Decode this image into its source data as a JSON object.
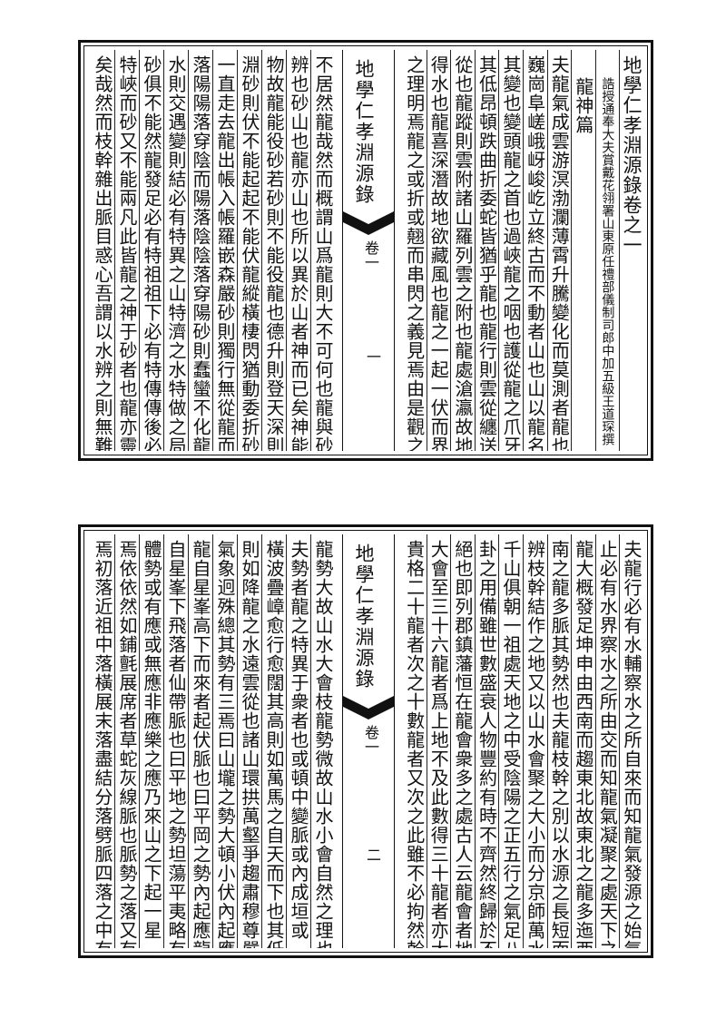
{
  "pages": [
    {
      "center": {
        "title": "地學仁孝淵源錄",
        "volume": "卷一",
        "page_no": "一"
      },
      "right_cols": [
        "地學仁孝淵源錄卷之一",
        "誥授通奉大夫賞戴花翎署山東原任禮部儀制司郎中加五級王道琛撰",
        "龍神篇",
        "夫龍氣成雲游溟渤瀾薄霄升騰變化而莫測者龍也崔",
        "巍崗阜嵯峨岈峻屹立終古而不動者山也山以龍名貴",
        "其變也變頭龍之首也過峽龍之咽也護從龍之爪牙也",
        "其低昂頓跌曲折委蛇皆猶乎龍也龍行則雲從纏送雲之",
        "從也龍蹤則雲附諸山羅列雲之附也龍處滄瀛故地須",
        "得水也龍喜深潛故地欲藏風也龍之一起一伏而界受",
        "之理明焉龍之或折或翹而串閃之義見焉由是觀之山"
      ],
      "left_cols": [
        "不居然龍哉然而概謂山爲龍則大不可何也龍與砂之",
        "辨也砂山也龍亦山也所以異於山者神而已矣神能役",
        "物故龍能役砂若砂則不能役龍也德升則登天深則潛",
        "淵砂則伏不能起起不能伏龍縱橫棲閃猶動委折砂則",
        "一直走去龍出帳入帳羅嵌森嚴砂則獨行無從龍而陰",
        "落陽陽落穿陰而陽落陰陰落穿陽砂則蠢蠻不化龍遇",
        "水則交遇變則結必有特異之山特濟之水特做之局而",
        "砂俱不能然龍發足必有特祖祖下必有特傳傳後必有",
        "特峽而砂又不能兩凡此皆龍之神于砂者也龍亦靈怪",
        "矣哉然而枝幹雜出脈目惑心吾謂以水辨之則無難定"
      ]
    },
    {
      "center": {
        "title": "地學仁孝淵源錄",
        "volume": "卷一",
        "page_no": "二"
      },
      "right_cols": [
        "夫龍行必有水輔察水之所自來而知龍氣發源之始氣",
        "止必有水界察水之所由交而知龍氣凝聚之處天下之",
        "龍大概發足坤申由西南而趨東北故東北之龍多迤西",
        "南之龍多脈其勢然也夫龍枝幹之別以水源之長短而",
        "辨枝幹結作之地又以山水會聚之大小而分京師萬水",
        "千山俱朝一祖處天地之中受陰陽之正五行之氣足八",
        "卦之用備雖世數盛衰人物豐約有時不齊然終歸於不",
        "絕也即列郡鎮藩恒在龍會衆多之處古人云龍會者地",
        "大會至三十六龍者爲上地不及此數得三十龍者亦大",
        "貴格二十龍者次之十數龍者又次之此雖不必拘然幹"
      ],
      "left_cols": [
        "龍勢大故山水大會枝龍勢微故山水小會自然之理也",
        "夫勢者龍之特異于衆者也或頓中變脈或內成垣或",
        "橫波疊嶂愈行愈闊其高則如萬馬之自天而下也其低",
        "則如降龍之水遠雲從也諸山環拱萬壑爭趨肅穆尊嚴",
        "氣象迥殊總其勢有三焉曰山壠之勢大頓小伏內起應",
        "龍自星峯高下而來者起伏脈也曰平岡之勢內起應龍",
        "自星峯下飛落者仙帶脈也曰平地之勢坦蕩平夷略有",
        "體勢或有應或無應非應樂之應乃來山之下起一星",
        "焉依依然如鋪氈展席者草蛇灰線脈也脈勢之落又有四",
        "焉初落近祖中落橫展末落盡結分落劈脈四落之中有"
      ]
    }
  ]
}
